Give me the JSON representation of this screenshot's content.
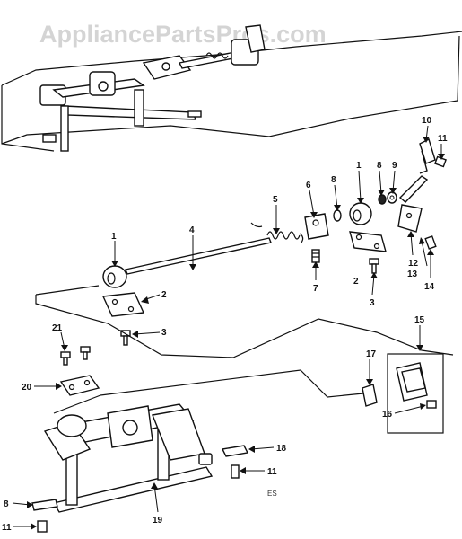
{
  "watermark": "AppliancePartsPros.com",
  "diagram_code": "ES",
  "callouts": {
    "c1a": "1",
    "c4": "4",
    "c5": "5",
    "c6": "6",
    "c8a": "8",
    "c1b": "1",
    "c8b": "8",
    "c9": "9",
    "c10": "10",
    "c11a": "11",
    "c2a": "2",
    "c3a": "3",
    "c7": "7",
    "c2b": "2",
    "c3b": "3",
    "c12": "12",
    "c13": "13",
    "c14": "14",
    "c15": "15",
    "c17": "17",
    "c16": "16",
    "c21": "21",
    "c20": "20",
    "c18": "18",
    "c11b": "11",
    "c8c": "8",
    "c11c": "11",
    "c19": "19"
  }
}
